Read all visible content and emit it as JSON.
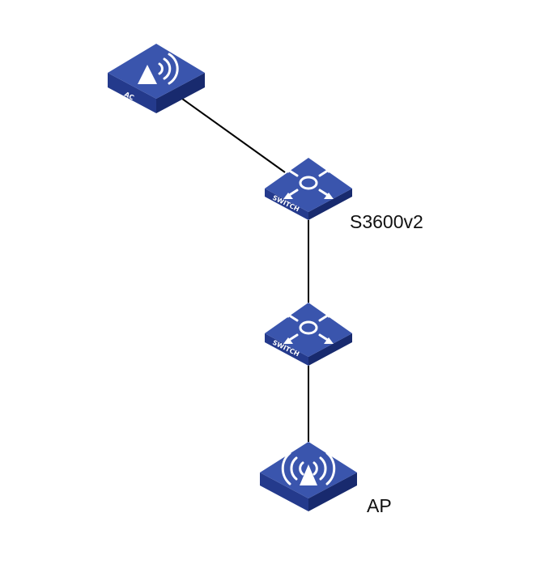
{
  "nodes": {
    "ac": {
      "device_text": "AC",
      "icon": "wireless-controller-icon"
    },
    "switch1": {
      "device_text": "SWITCH",
      "label": "S3600v2",
      "icon": "switch-arrows-icon"
    },
    "switch2": {
      "device_text": "SWITCH",
      "icon": "switch-arrows-icon"
    },
    "ap": {
      "label": "AP",
      "icon": "access-point-icon"
    }
  },
  "colors": {
    "device_top": "#3a55ad",
    "device_side_left": "#243a8c",
    "device_side_right": "#182a6e",
    "link": "#000000"
  }
}
